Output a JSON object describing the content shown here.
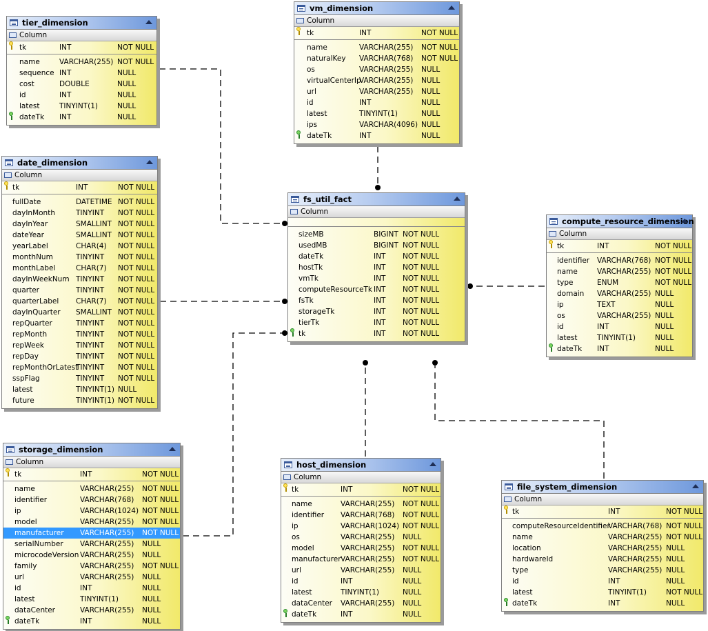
{
  "column_header": "Column",
  "tables": [
    {
      "id": "tier_dimension",
      "name": "tier_dimension",
      "columns": [
        {
          "name": "tk",
          "type": "INT",
          "nullable": "NOT NULL",
          "key": "pk"
        },
        {
          "name": "name",
          "type": "VARCHAR(255)",
          "nullable": "NOT NULL"
        },
        {
          "name": "sequence",
          "type": "INT",
          "nullable": "NULL"
        },
        {
          "name": "cost",
          "type": "DOUBLE",
          "nullable": "NULL"
        },
        {
          "name": "id",
          "type": "INT",
          "nullable": "NULL"
        },
        {
          "name": "latest",
          "type": "TINYINT(1)",
          "nullable": "NULL"
        },
        {
          "name": "dateTk",
          "type": "INT",
          "nullable": "NULL",
          "key": "fk"
        }
      ]
    },
    {
      "id": "vm_dimension",
      "name": "vm_dimension",
      "columns": [
        {
          "name": "tk",
          "type": "INT",
          "nullable": "NOT NULL",
          "key": "pk"
        },
        {
          "name": "name",
          "type": "VARCHAR(255)",
          "nullable": "NOT NULL"
        },
        {
          "name": "naturalKey",
          "type": "VARCHAR(768)",
          "nullable": "NOT NULL"
        },
        {
          "name": "os",
          "type": "VARCHAR(255)",
          "nullable": "NULL"
        },
        {
          "name": "virtualCenterIp",
          "type": "VARCHAR(255)",
          "nullable": "NULL"
        },
        {
          "name": "url",
          "type": "VARCHAR(255)",
          "nullable": "NULL"
        },
        {
          "name": "id",
          "type": "INT",
          "nullable": "NULL"
        },
        {
          "name": "latest",
          "type": "TINYINT(1)",
          "nullable": "NULL"
        },
        {
          "name": "ips",
          "type": "VARCHAR(4096)",
          "nullable": "NULL"
        },
        {
          "name": "dateTk",
          "type": "INT",
          "nullable": "NULL",
          "key": "fk"
        }
      ]
    },
    {
      "id": "date_dimension",
      "name": "date_dimension",
      "columns": [
        {
          "name": "tk",
          "type": "INT",
          "nullable": "NOT NULL",
          "key": "pk"
        },
        {
          "name": "fullDate",
          "type": "DATETIME",
          "nullable": "NOT NULL"
        },
        {
          "name": "dayInMonth",
          "type": "TINYINT",
          "nullable": "NOT NULL"
        },
        {
          "name": "dayInYear",
          "type": "SMALLINT",
          "nullable": "NOT NULL"
        },
        {
          "name": "dateYear",
          "type": "SMALLINT",
          "nullable": "NOT NULL"
        },
        {
          "name": "yearLabel",
          "type": "CHAR(4)",
          "nullable": "NOT NULL"
        },
        {
          "name": "monthNum",
          "type": "TINYINT",
          "nullable": "NOT NULL"
        },
        {
          "name": "monthLabel",
          "type": "CHAR(7)",
          "nullable": "NOT NULL"
        },
        {
          "name": "dayInWeekNum",
          "type": "TINYINT",
          "nullable": "NOT NULL"
        },
        {
          "name": "quarter",
          "type": "TINYINT",
          "nullable": "NOT NULL"
        },
        {
          "name": "quarterLabel",
          "type": "CHAR(7)",
          "nullable": "NOT NULL"
        },
        {
          "name": "dayInQuarter",
          "type": "SMALLINT",
          "nullable": "NOT NULL"
        },
        {
          "name": "repQuarter",
          "type": "TINYINT",
          "nullable": "NOT NULL"
        },
        {
          "name": "repMonth",
          "type": "TINYINT",
          "nullable": "NOT NULL"
        },
        {
          "name": "repWeek",
          "type": "TINYINT",
          "nullable": "NOT NULL"
        },
        {
          "name": "repDay",
          "type": "TINYINT",
          "nullable": "NOT NULL"
        },
        {
          "name": "repMonthOrLatest",
          "type": "TINYINT",
          "nullable": "NOT NULL"
        },
        {
          "name": "sspFlag",
          "type": "TINYINT",
          "nullable": "NOT NULL"
        },
        {
          "name": "latest",
          "type": "TINYINT(1)",
          "nullable": "NULL"
        },
        {
          "name": "future",
          "type": "TINYINT(1)",
          "nullable": "NOT NULL"
        }
      ]
    },
    {
      "id": "fs_util_fact",
      "name": "fs_util_fact",
      "columns": [
        {
          "name": "sizeMB",
          "type": "BIGINT",
          "nullable": "NOT NULL"
        },
        {
          "name": "usedMB",
          "type": "BIGINT",
          "nullable": "NOT NULL"
        },
        {
          "name": "dateTk",
          "type": "INT",
          "nullable": "NOT NULL"
        },
        {
          "name": "hostTk",
          "type": "INT",
          "nullable": "NOT NULL"
        },
        {
          "name": "vmTk",
          "type": "INT",
          "nullable": "NOT NULL"
        },
        {
          "name": "computeResourceTk",
          "type": "INT",
          "nullable": "NOT NULL"
        },
        {
          "name": "fsTk",
          "type": "INT",
          "nullable": "NOT NULL"
        },
        {
          "name": "storageTk",
          "type": "INT",
          "nullable": "NOT NULL"
        },
        {
          "name": "tierTk",
          "type": "INT",
          "nullable": "NOT NULL"
        },
        {
          "name": "tk",
          "type": "INT",
          "nullable": "NOT NULL",
          "key": "fk"
        }
      ]
    },
    {
      "id": "compute_resource_dimension",
      "name": "compute_resource_dimension",
      "columns": [
        {
          "name": "tk",
          "type": "INT",
          "nullable": "NOT NULL",
          "key": "pk"
        },
        {
          "name": "identifier",
          "type": "VARCHAR(768)",
          "nullable": "NOT NULL"
        },
        {
          "name": "name",
          "type": "VARCHAR(255)",
          "nullable": "NOT NULL"
        },
        {
          "name": "type",
          "type": "ENUM",
          "nullable": "NOT NULL"
        },
        {
          "name": "domain",
          "type": "VARCHAR(255)",
          "nullable": "NULL"
        },
        {
          "name": "ip",
          "type": "TEXT",
          "nullable": "NULL"
        },
        {
          "name": "os",
          "type": "VARCHAR(255)",
          "nullable": "NULL"
        },
        {
          "name": "id",
          "type": "INT",
          "nullable": "NULL"
        },
        {
          "name": "latest",
          "type": "TINYINT(1)",
          "nullable": "NULL"
        },
        {
          "name": "dateTk",
          "type": "INT",
          "nullable": "NULL",
          "key": "fk"
        }
      ]
    },
    {
      "id": "storage_dimension",
      "name": "storage_dimension",
      "columns": [
        {
          "name": "tk",
          "type": "INT",
          "nullable": "NOT NULL",
          "key": "pk"
        },
        {
          "name": "name",
          "type": "VARCHAR(255)",
          "nullable": "NOT NULL"
        },
        {
          "name": "identifier",
          "type": "VARCHAR(768)",
          "nullable": "NOT NULL"
        },
        {
          "name": "ip",
          "type": "VARCHAR(1024)",
          "nullable": "NOT NULL"
        },
        {
          "name": "model",
          "type": "VARCHAR(255)",
          "nullable": "NOT NULL"
        },
        {
          "name": "manufacturer",
          "type": "VARCHAR(255)",
          "nullable": "NOT NULL",
          "selected": true
        },
        {
          "name": "serialNumber",
          "type": "VARCHAR(255)",
          "nullable": "NULL"
        },
        {
          "name": "microcodeVersion",
          "type": "VARCHAR(255)",
          "nullable": "NULL"
        },
        {
          "name": "family",
          "type": "VARCHAR(255)",
          "nullable": "NOT NULL"
        },
        {
          "name": "url",
          "type": "VARCHAR(255)",
          "nullable": "NULL"
        },
        {
          "name": "id",
          "type": "INT",
          "nullable": "NULL"
        },
        {
          "name": "latest",
          "type": "TINYINT(1)",
          "nullable": "NULL"
        },
        {
          "name": "dataCenter",
          "type": "VARCHAR(255)",
          "nullable": "NULL"
        },
        {
          "name": "dateTk",
          "type": "INT",
          "nullable": "NULL",
          "key": "fk"
        }
      ]
    },
    {
      "id": "host_dimension",
      "name": "host_dimension",
      "columns": [
        {
          "name": "tk",
          "type": "INT",
          "nullable": "NOT NULL",
          "key": "pk"
        },
        {
          "name": "name",
          "type": "VARCHAR(255)",
          "nullable": "NOT NULL"
        },
        {
          "name": "identifier",
          "type": "VARCHAR(768)",
          "nullable": "NOT NULL"
        },
        {
          "name": "ip",
          "type": "VARCHAR(1024)",
          "nullable": "NOT NULL"
        },
        {
          "name": "os",
          "type": "VARCHAR(255)",
          "nullable": "NULL"
        },
        {
          "name": "model",
          "type": "VARCHAR(255)",
          "nullable": "NOT NULL"
        },
        {
          "name": "manufacturer",
          "type": "VARCHAR(255)",
          "nullable": "NOT NULL"
        },
        {
          "name": "url",
          "type": "VARCHAR(255)",
          "nullable": "NULL"
        },
        {
          "name": "id",
          "type": "INT",
          "nullable": "NULL"
        },
        {
          "name": "latest",
          "type": "TINYINT(1)",
          "nullable": "NULL"
        },
        {
          "name": "dataCenter",
          "type": "VARCHAR(255)",
          "nullable": "NULL"
        },
        {
          "name": "dateTk",
          "type": "INT",
          "nullable": "NULL",
          "key": "fk"
        }
      ]
    },
    {
      "id": "file_system_dimension",
      "name": "file_system_dimension",
      "columns": [
        {
          "name": "tk",
          "type": "INT",
          "nullable": "NOT NULL",
          "key": "pk"
        },
        {
          "name": "computeResourceIdentifier",
          "type": "VARCHAR(768)",
          "nullable": "NOT NULL"
        },
        {
          "name": "name",
          "type": "VARCHAR(255)",
          "nullable": "NOT NULL"
        },
        {
          "name": "location",
          "type": "VARCHAR(255)",
          "nullable": "NULL"
        },
        {
          "name": "hardwareId",
          "type": "VARCHAR(255)",
          "nullable": "NULL"
        },
        {
          "name": "type",
          "type": "VARCHAR(255)",
          "nullable": "NULL"
        },
        {
          "name": "id",
          "type": "INT",
          "nullable": "NULL"
        },
        {
          "name": "latest",
          "type": "TINYINT(1)",
          "nullable": "NOT NULL"
        },
        {
          "name": "dateTk",
          "type": "INT",
          "nullable": "NULL",
          "key": "fk"
        }
      ]
    }
  ],
  "relationships": [
    {
      "from": "tier_dimension",
      "to": "fs_util_fact"
    },
    {
      "from": "date_dimension",
      "to": "fs_util_fact"
    },
    {
      "from": "storage_dimension",
      "to": "fs_util_fact"
    },
    {
      "from": "vm_dimension",
      "to": "fs_util_fact"
    },
    {
      "from": "compute_resource_dimension",
      "to": "fs_util_fact"
    },
    {
      "from": "host_dimension",
      "to": "fs_util_fact"
    },
    {
      "from": "file_system_dimension",
      "to": "fs_util_fact"
    }
  ]
}
